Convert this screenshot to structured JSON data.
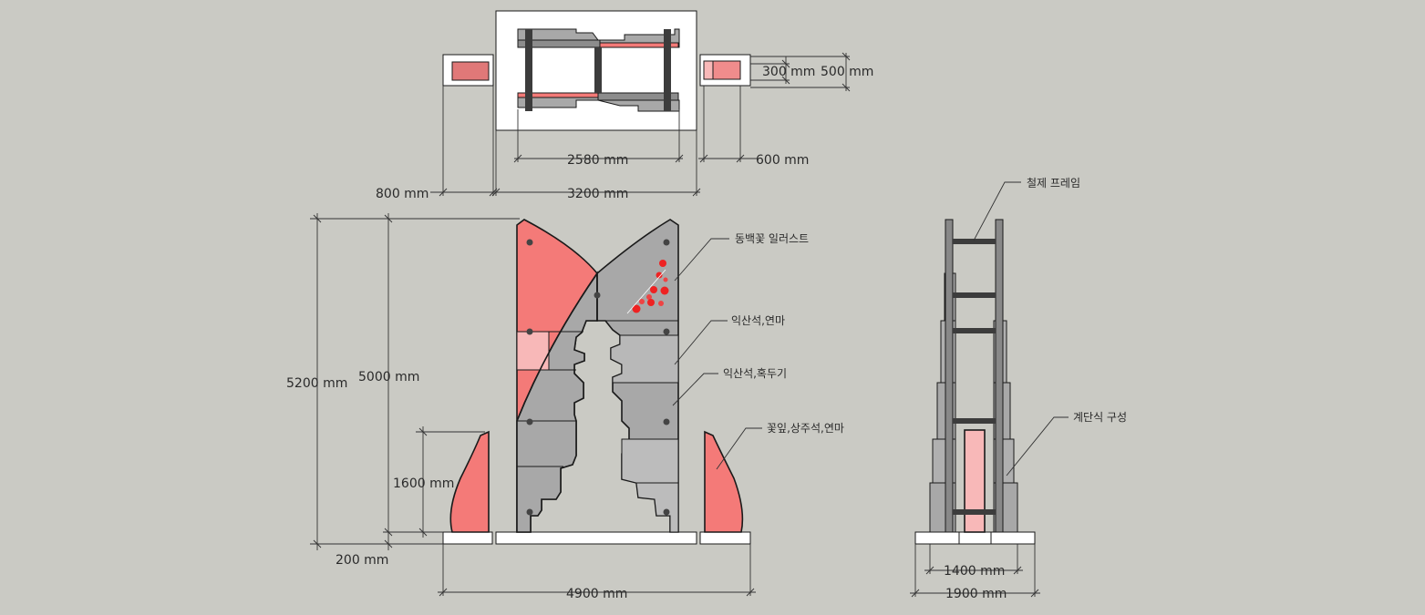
{
  "colors": {
    "background": "#cacac4",
    "pink": "#f47a78",
    "pink_light": "#f8b8b8",
    "stone_light": "#bcbcbc",
    "stone_mid": "#a8a8a8",
    "stone_dark": "#8c8c8c",
    "frame": "#3c3c3c",
    "base": "#ffffff"
  },
  "dimensions": {
    "top_300": "300 mm",
    "top_500": "500 mm",
    "top_2580": "2580 mm",
    "top_600": "600 mm",
    "top_800": "800 mm",
    "top_3200": "3200 mm",
    "front_5200": "5200 mm",
    "front_5000": "5000 mm",
    "front_1600": "1600 mm",
    "front_200": "200 mm",
    "front_4900": "4900 mm",
    "side_1400": "1400 mm",
    "side_1900": "1900 mm"
  },
  "labels": {
    "camellia": "동백꽃 일러스트",
    "iksan_yeonma": "익산석,연마",
    "iksan_hokdugi": "익산석,혹두기",
    "petal": "꽃잎,상주석,연마",
    "steel_frame": "철제 프레임",
    "stepped": "계단식 구성"
  }
}
